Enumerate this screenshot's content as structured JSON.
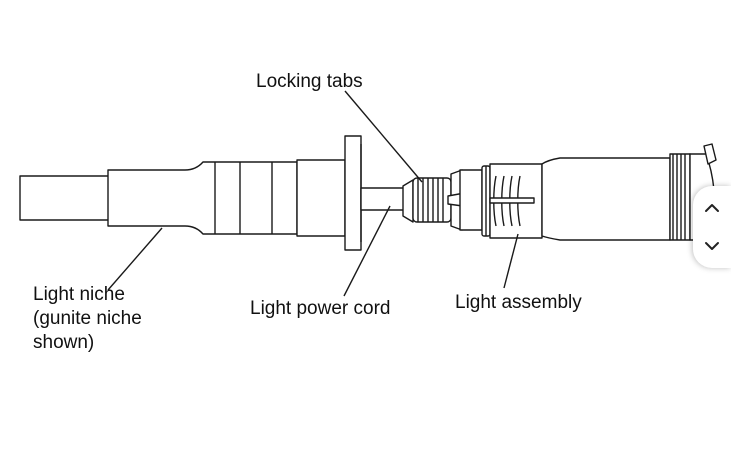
{
  "labels": {
    "locking_tabs": "Locking tabs",
    "light_niche": [
      "Light niche",
      "(gunite niche",
      "shown)"
    ],
    "light_power_cord": "Light power cord",
    "light_assembly": "Light assembly"
  },
  "scroll_widget": {
    "up_icon": "chevron-up-icon",
    "down_icon": "chevron-down-icon"
  },
  "colors": {
    "line": "#1a1a1a",
    "background": "#ffffff"
  }
}
